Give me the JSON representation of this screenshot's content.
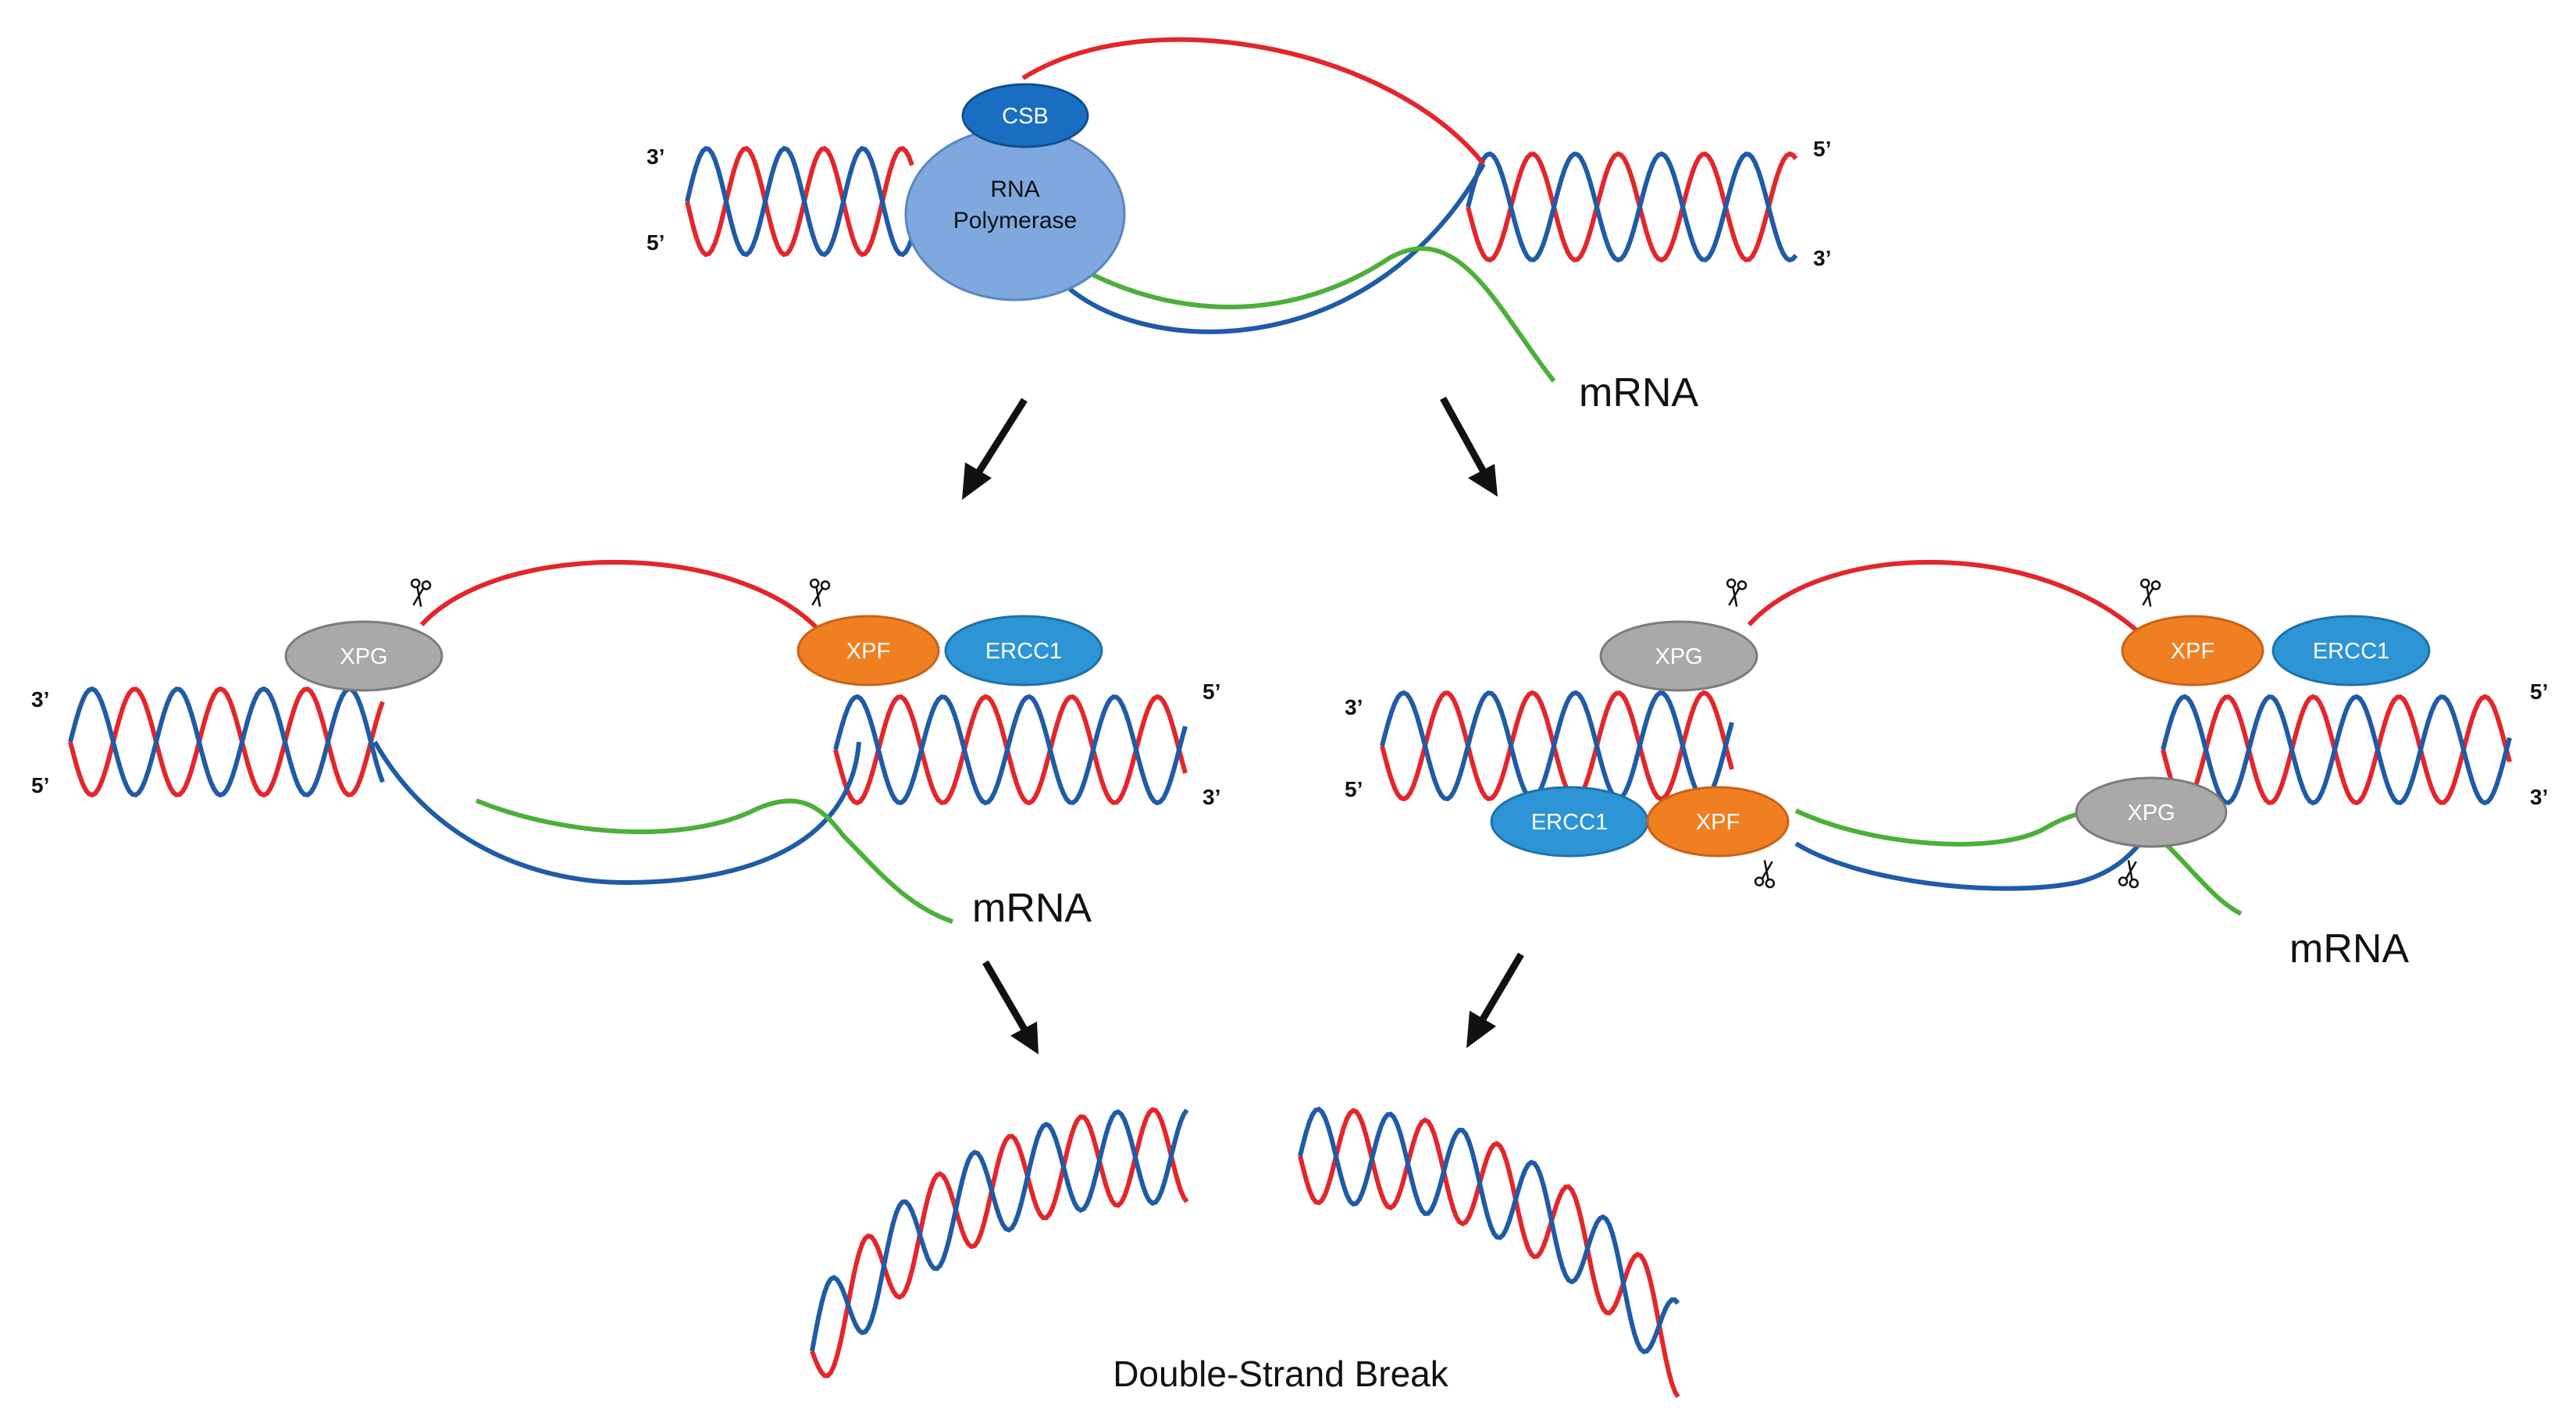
{
  "colors": {
    "strand_red": "#e3262b",
    "strand_blue": "#1f5ba6",
    "mrna_green": "#4caf3a",
    "csb": "#1a6ec2",
    "rna_polymerase": "#7fa8df",
    "xpg": "#a9a9a9",
    "xpf": "#f07f22",
    "ercc1": "#2d95d6",
    "arrow": "#111111"
  },
  "labels": {
    "three_prime": "3’",
    "five_prime": "5’",
    "mrna": "mRNA",
    "csb": "CSB",
    "rna_pol_line1": "RNA",
    "rna_pol_line2": "Polymerase",
    "xpg": "XPG",
    "xpf": "XPF",
    "ercc1": "ERCC1",
    "caption": "Double-Strand Break"
  },
  "icons": {
    "cleavage_site": "scissors-icon",
    "pathway_arrow": "arrow-icon"
  }
}
